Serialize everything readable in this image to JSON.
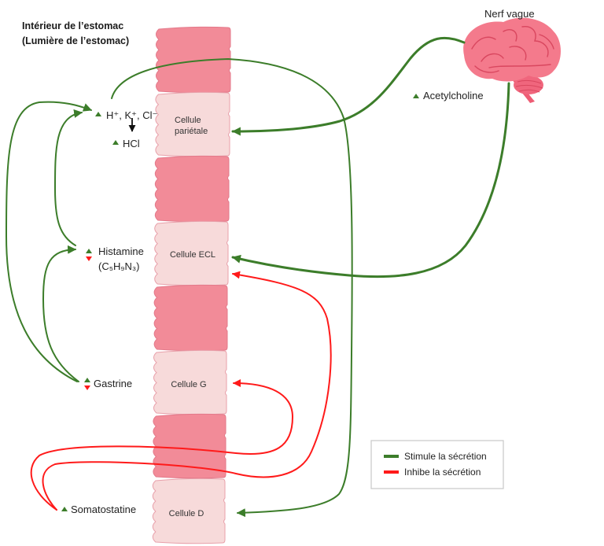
{
  "header": {
    "title_line1": "Intérieur de l’estomac",
    "title_line2": "(Lumière de l’estomac)"
  },
  "brain": {
    "label": "Nerf vague"
  },
  "substances": {
    "ions": "H⁺, K⁺, Cl⁻",
    "hcl": "HCl",
    "histamine": "Histamine",
    "histamine_formula": "(C₅H₉N₃)",
    "gastrine": "Gastrine",
    "somatostatine": "Somatostatine",
    "acetylcholine": "Acetylcholine"
  },
  "cells": [
    {
      "name": "Cellule",
      "name2": "pariétale"
    },
    {
      "name": "Cellule ECL"
    },
    {
      "name": "Cellule G"
    },
    {
      "name": "Cellule D"
    }
  ],
  "legend": {
    "items": [
      {
        "label": "Stimule la sécrétion",
        "color": "#3C7D2A"
      },
      {
        "label": "Inhibe la sécrétion",
        "color": "#FF1A1A"
      }
    ]
  },
  "connections": [
    {
      "from": "Nerf vague",
      "to": "Cellule pariétale",
      "type": "stimule"
    },
    {
      "from": "Nerf vague",
      "to": "Cellule ECL",
      "type": "stimule"
    },
    {
      "from": "Intérieur de l’estomac",
      "to": "Cellule D",
      "type": "stimule"
    },
    {
      "from": "Gastrine",
      "to": "H⁺, K⁺, Cl⁻",
      "type": "stimule"
    },
    {
      "from": "Gastrine",
      "to": "Histamine",
      "type": "stimule"
    },
    {
      "from": "Histamine",
      "to": "H⁺, K⁺, Cl⁻",
      "type": "stimule"
    },
    {
      "from": "Somatostatine",
      "to": "Cellule G",
      "type": "inhibe"
    },
    {
      "from": "Somatostatine",
      "to": "Cellule ECL",
      "type": "inhibe"
    },
    {
      "from": "H⁺, K⁺, Cl⁻",
      "to": "HCl",
      "type": "forme"
    }
  ],
  "colors": {
    "stimulate": "#3C7D2A",
    "inhibit": "#FF1A1A",
    "tissue_dark": "#F28B98",
    "tissue_light": "#F7DADA",
    "brain": "#F47A8C"
  }
}
